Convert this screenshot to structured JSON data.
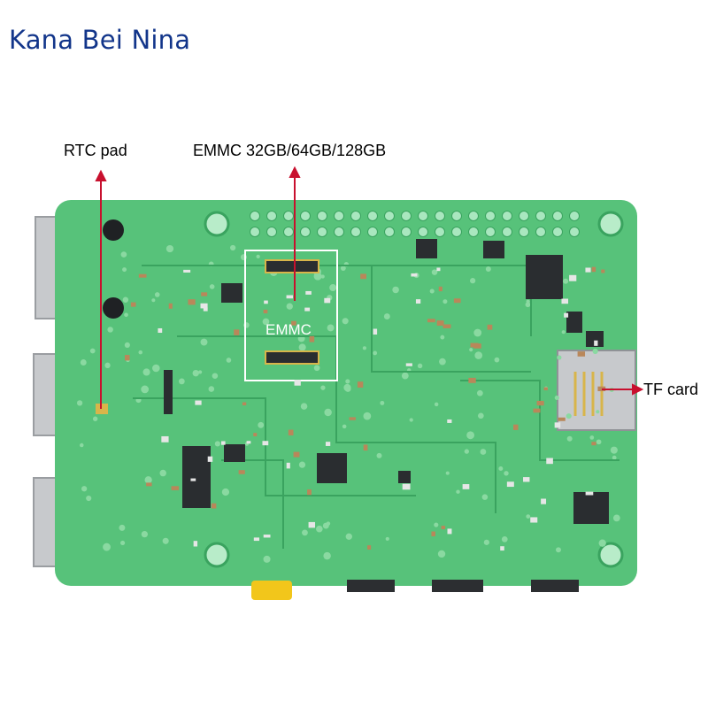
{
  "brand": {
    "text": "Kana Bei Nina"
  },
  "callouts": {
    "rtc": "RTC pad",
    "emmc": "EMMC 32GB/64GB/128GB",
    "tf": "TF card"
  },
  "board": {
    "chip_label": "EMMC",
    "colors": {
      "pcb": "#57c27a",
      "pcb_light": "#7fd699",
      "trace": "#3aa35f",
      "metal": "#c7c9cc",
      "chip": "#2a2d30",
      "arrow": "#c8102e",
      "brand": "#12358a"
    }
  }
}
